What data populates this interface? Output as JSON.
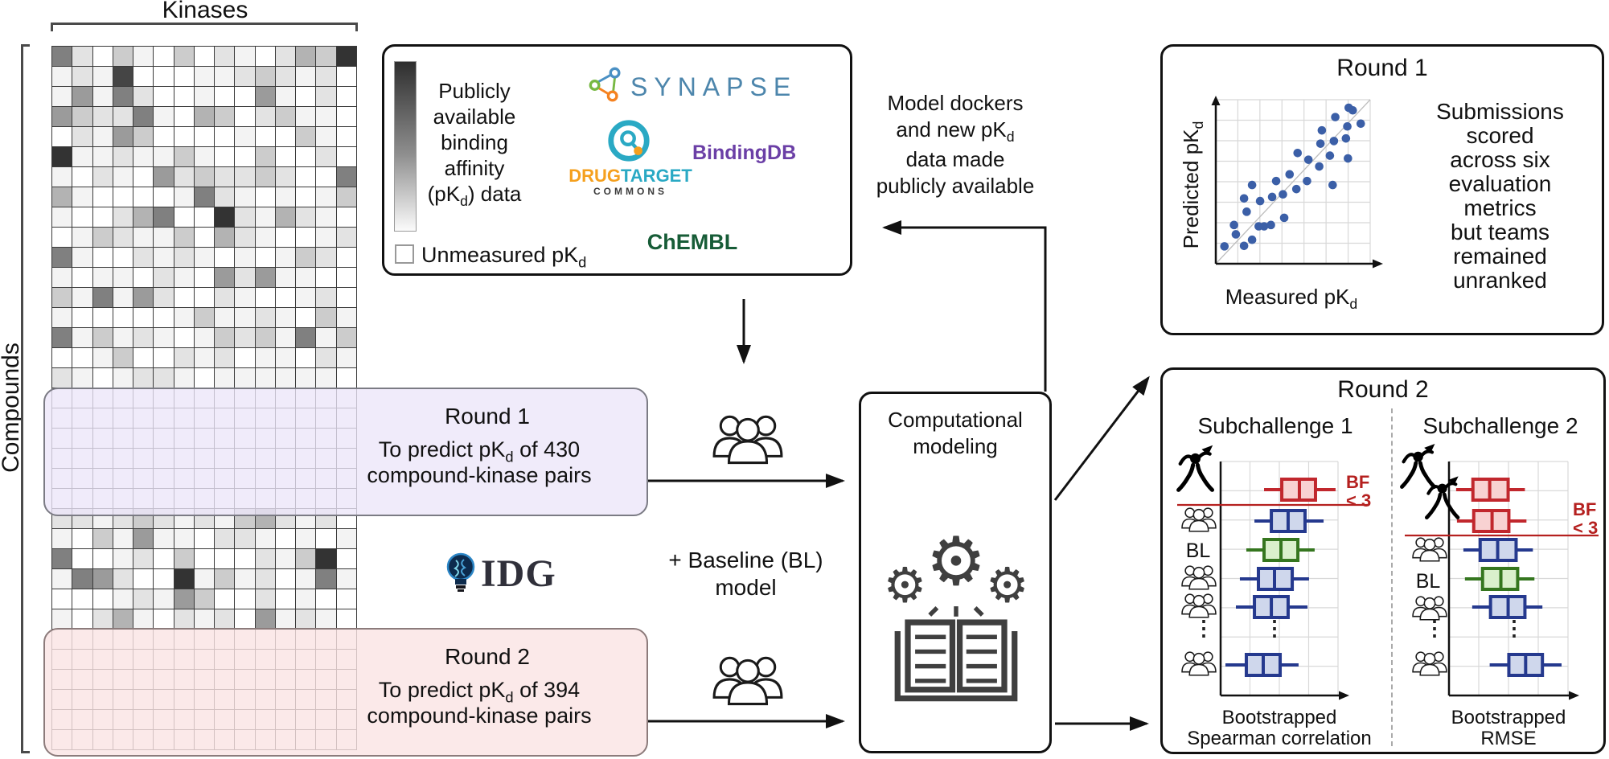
{
  "matrix": {
    "kinases_label": "Kinases",
    "compounds_label": "Compounds",
    "cols": 15,
    "palette": {
      "0": "#ffffff",
      "1": "#f3f3f3",
      "2": "#e3e3e3",
      "3": "#cccccc",
      "4": "#b3b3b3",
      "5": "#9b9b9b",
      "6": "#808080",
      "7": "#5e5e5e",
      "8": "#454545",
      "9": "#333333"
    },
    "rows": [
      "620310302102439",
      "121800011232120",
      "151620010051020",
      "532261043023110",
      "021530000100310",
      "911211310030020",
      "102105232232006",
      "410000162101013",
      "100246009214210",
      "013211304210012",
      "610021210101320",
      "101102105251100",
      "316152002100120",
      "100000131121031",
      "613121013231613",
      "001300212011021",
      "210122101111110",
      "000000000000000",
      "000000000000000",
      "000000000000000",
      "000000000000000",
      "000000000000000",
      "000000000000000",
      "221232121342120",
      "103151102210101",
      "600120300021390",
      "165200913120161",
      "000121530020100",
      "102410212051210",
      "000000000000000",
      "000000000000000",
      "000000000000000",
      "000000000000000",
      "000000000000000",
      "000000000000000"
    ],
    "sections": {
      "round1_rows": [
        17,
        22
      ],
      "round2_rows": [
        29,
        34
      ]
    }
  },
  "legend": {
    "grad_lines": [
      "Publicly",
      "available",
      "binding",
      "affinity"
    ],
    "grad_last_pre": "(pK",
    "grad_sub": "d",
    "grad_last_post": ") data",
    "unmeasured_pre": "Unmeasured pK",
    "unmeasured_sub": "d",
    "synapse": "SYNAPSE",
    "bindingdb": "BindingDB",
    "drug": "DRUG",
    "target": "TARGET",
    "commons": "COMMONS",
    "chembl": "ChEMBL"
  },
  "flow": {
    "model_dockers_l1": "Model dockers",
    "model_dockers_l2_pre": "and new pK",
    "model_dockers_sub": "d",
    "model_dockers_l3": "data made",
    "model_dockers_l4": "publicly available",
    "baseline_l1": "+ Baseline (BL)",
    "baseline_l2": "model",
    "idg_label": "IDG",
    "comp_l1": "Computational",
    "comp_l2": "modeling"
  },
  "round1_overlay": {
    "title": "Round 1",
    "pre": "To predict pK",
    "sub": "d",
    "post": " of 430",
    "line2": "compound-kinase pairs"
  },
  "round2_overlay": {
    "title": "Round 2",
    "pre": "To predict pK",
    "sub": "d",
    "post": " of 394",
    "line2": "compound-kinase pairs"
  },
  "round1_panel": {
    "title": "Round 1",
    "ylabel_pre": "Predicted pK",
    "ylabel_sub": "d",
    "xlabel_pre": "Measured pK",
    "xlabel_sub": "d",
    "note_lines": [
      "Submissions",
      "scored",
      "across six",
      "evaluation",
      "metrics",
      "but teams",
      "remained",
      "unranked"
    ]
  },
  "round2_panel": {
    "title": "Round 2",
    "sub1_title": "Subchallenge 1",
    "sub2_title": "Subchallenge 2",
    "bl": "BL",
    "bf_l1": "BF",
    "bf_l2": "< 3",
    "ellipsis": "⋮",
    "sub1_xl1": "Bootstrapped",
    "sub1_xl2": "Spearman correlation",
    "sub2_xl1": "Bootstrapped",
    "sub2_xl2": "RMSE"
  },
  "box_colors": {
    "red": {
      "stroke": "#c1272d",
      "fill": "#f8d2d2"
    },
    "blue": {
      "stroke": "#25398e",
      "fill": "#cfd7ec"
    },
    "green": {
      "stroke": "#35761f",
      "fill": "#daf0cc"
    }
  },
  "accents": {
    "threshold_red": "#b5201f",
    "scatter_blue": "#3b5fa7",
    "synapse_blue": "#4d86ac",
    "bindingdb_purple": "#6b3fa6",
    "chembl_green": "#175c37",
    "drugtarget_orange": "#f5a01e",
    "drugtarget_teal": "#2aa9c4"
  },
  "chart_data": [
    {
      "id": "round1_scatter",
      "type": "scatter",
      "title": "Round 1",
      "xlabel": "Measured pKd",
      "ylabel": "Predicted pKd",
      "grid": true,
      "identity_line": true,
      "point_color": "#3b5fa7",
      "points_norm": [
        [
          0.056,
          0.106
        ],
        [
          0.13,
          0.179
        ],
        [
          0.183,
          0.109
        ],
        [
          0.118,
          0.236
        ],
        [
          0.235,
          0.146
        ],
        [
          0.2,
          0.317
        ],
        [
          0.183,
          0.398
        ],
        [
          0.278,
          0.228
        ],
        [
          0.313,
          0.228
        ],
        [
          0.357,
          0.236
        ],
        [
          0.287,
          0.382
        ],
        [
          0.235,
          0.48
        ],
        [
          0.365,
          0.407
        ],
        [
          0.435,
          0.423
        ],
        [
          0.391,
          0.504
        ],
        [
          0.443,
          0.28
        ],
        [
          0.478,
          0.545
        ],
        [
          0.522,
          0.455
        ],
        [
          0.53,
          0.675
        ],
        [
          0.591,
          0.504
        ],
        [
          0.6,
          0.634
        ],
        [
          0.67,
          0.593
        ],
        [
          0.687,
          0.813
        ],
        [
          0.678,
          0.732
        ],
        [
          0.739,
          0.659
        ],
        [
          0.757,
          0.48
        ],
        [
          0.765,
          0.748
        ],
        [
          0.774,
          0.894
        ],
        [
          0.843,
          0.764
        ],
        [
          0.852,
          0.837
        ],
        [
          0.861,
          0.951
        ],
        [
          0.887,
          0.935
        ],
        [
          0.939,
          0.854
        ],
        [
          0.856,
          0.642
        ]
      ]
    },
    {
      "id": "subchallenge1_boxplots",
      "type": "boxplot_h",
      "xlabel": "Bootstrapped Spearman correlation",
      "bf_annotation": "BF < 3",
      "threshold_after_row": 0,
      "ellipsis_between": [
        4,
        5
      ],
      "rows": [
        {
          "left": "winner",
          "color": "red",
          "v": [
            0.37,
            0.521,
            0.671,
            0.808,
            0.979
          ]
        },
        {
          "left": "people",
          "color": "blue",
          "v": [
            0.288,
            0.432,
            0.575,
            0.719,
            0.877
          ]
        },
        {
          "left": "BL",
          "color": "green",
          "v": [
            0.219,
            0.37,
            0.514,
            0.658,
            0.801
          ]
        },
        {
          "left": "people",
          "color": "blue",
          "v": [
            0.164,
            0.322,
            0.459,
            0.61,
            0.753
          ]
        },
        {
          "left": "people",
          "color": "blue",
          "v": [
            0.13,
            0.288,
            0.432,
            0.575,
            0.74
          ]
        },
        {
          "left": "people",
          "color": "blue",
          "v": [
            0.041,
            0.219,
            0.363,
            0.507,
            0.664
          ]
        }
      ]
    },
    {
      "id": "subchallenge2_boxplots",
      "type": "boxplot_h",
      "xlabel": "Bootstrapped RMSE",
      "bf_annotation": "BF < 3",
      "threshold_after_row": 1,
      "ellipsis_between": [
        4,
        5
      ],
      "rows": [
        {
          "left": "winner",
          "color": "red",
          "v": [
            0.06,
            0.201,
            0.342,
            0.497,
            0.638
          ]
        },
        {
          "left": "winner",
          "color": "red",
          "v": [
            0.067,
            0.208,
            0.362,
            0.503,
            0.651
          ]
        },
        {
          "left": "people",
          "color": "blue",
          "v": [
            0.121,
            0.262,
            0.409,
            0.564,
            0.705
          ]
        },
        {
          "left": "BL",
          "color": "green",
          "v": [
            0.134,
            0.282,
            0.436,
            0.577,
            0.718
          ]
        },
        {
          "left": "people",
          "color": "blue",
          "v": [
            0.195,
            0.349,
            0.497,
            0.638,
            0.785
          ]
        },
        {
          "left": "people",
          "color": "blue",
          "v": [
            0.342,
            0.503,
            0.644,
            0.785,
            0.946
          ]
        }
      ]
    }
  ]
}
